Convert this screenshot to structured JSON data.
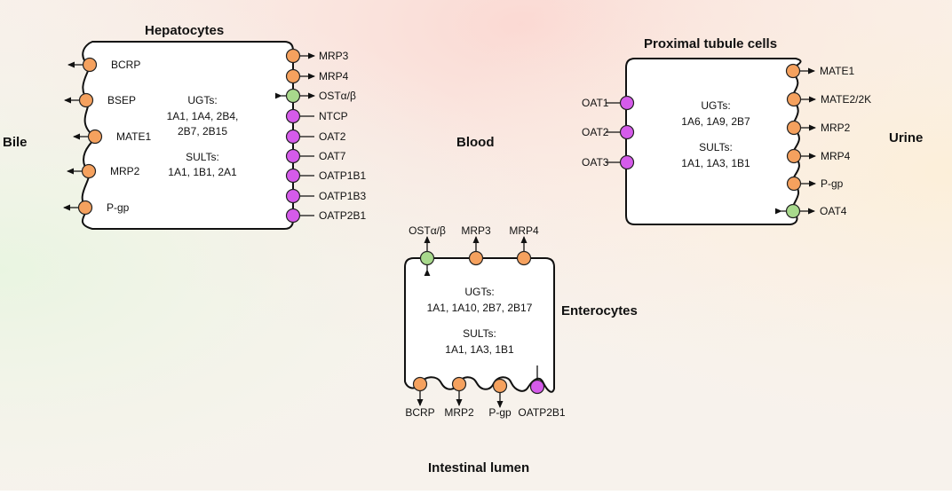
{
  "colors": {
    "orange": "#f5a15e",
    "green": "#a8d98c",
    "magenta": "#d55bea",
    "outline": "#222222"
  },
  "compartments": {
    "bile": "Bile",
    "blood": "Blood",
    "urine": "Urine",
    "intestinal_lumen": "Intestinal lumen"
  },
  "hepatocytes": {
    "title": "Hepatocytes",
    "ugts_heading": "UGTs:",
    "ugts_line1": "1A1, 1A4, 2B4,",
    "ugts_line2": "2B7, 2B15",
    "sults_heading": "SULTs:",
    "sults_line1": "1A1, 1B1, 2A1",
    "left_transporters": [
      {
        "label": "BCRP",
        "color": "orange",
        "direction": "out"
      },
      {
        "label": "BSEP",
        "color": "orange",
        "direction": "out"
      },
      {
        "label": "MATE1",
        "color": "orange",
        "direction": "out"
      },
      {
        "label": "MRP2",
        "color": "orange",
        "direction": "out"
      },
      {
        "label": "P-gp",
        "color": "orange",
        "direction": "out"
      }
    ],
    "right_transporters": [
      {
        "label": "MRP3",
        "color": "orange",
        "direction": "out"
      },
      {
        "label": "MRP4",
        "color": "orange",
        "direction": "out"
      },
      {
        "label": "OSTα/β",
        "color": "green",
        "direction": "both"
      },
      {
        "label": "NTCP",
        "color": "magenta",
        "direction": "in"
      },
      {
        "label": "OAT2",
        "color": "magenta",
        "direction": "in"
      },
      {
        "label": "OAT7",
        "color": "magenta",
        "direction": "in"
      },
      {
        "label": "OATP1B1",
        "color": "magenta",
        "direction": "in"
      },
      {
        "label": "OATP1B3",
        "color": "magenta",
        "direction": "in"
      },
      {
        "label": "OATP2B1",
        "color": "magenta",
        "direction": "in"
      }
    ]
  },
  "proximal_tubule": {
    "title": "Proximal tubule cells",
    "ugts_heading": "UGTs:",
    "ugts_line1": "1A6, 1A9, 2B7",
    "sults_heading": "SULTs:",
    "sults_line1": "1A1, 1A3, 1B1",
    "left_transporters": [
      {
        "label": "OAT1",
        "color": "magenta",
        "direction": "in"
      },
      {
        "label": "OAT2",
        "color": "magenta",
        "direction": "in"
      },
      {
        "label": "OAT3",
        "color": "magenta",
        "direction": "in"
      }
    ],
    "right_transporters": [
      {
        "label": "MATE1",
        "color": "orange",
        "direction": "out"
      },
      {
        "label": "MATE2/2K",
        "color": "orange",
        "direction": "out"
      },
      {
        "label": "MRP2",
        "color": "orange",
        "direction": "out"
      },
      {
        "label": "MRP4",
        "color": "orange",
        "direction": "out"
      },
      {
        "label": "P-gp",
        "color": "orange",
        "direction": "out"
      },
      {
        "label": "OAT4",
        "color": "green",
        "direction": "both"
      }
    ]
  },
  "enterocytes": {
    "title": "Enterocytes",
    "ugts_heading": "UGTs:",
    "ugts_line1": "1A1, 1A10, 2B7, 2B17",
    "sults_heading": "SULTs:",
    "sults_line1": "1A1, 1A3, 1B1",
    "top_transporters": [
      {
        "label": "OSTα/β",
        "color": "green",
        "direction": "both"
      },
      {
        "label": "MRP3",
        "color": "orange",
        "direction": "out"
      },
      {
        "label": "MRP4",
        "color": "orange",
        "direction": "out"
      }
    ],
    "bottom_transporters": [
      {
        "label": "BCRP",
        "color": "orange",
        "direction": "out"
      },
      {
        "label": "MRP2",
        "color": "orange",
        "direction": "out"
      },
      {
        "label": "P-gp",
        "color": "orange",
        "direction": "out"
      },
      {
        "label": "OATP2B1",
        "color": "magenta",
        "direction": "in"
      }
    ]
  }
}
